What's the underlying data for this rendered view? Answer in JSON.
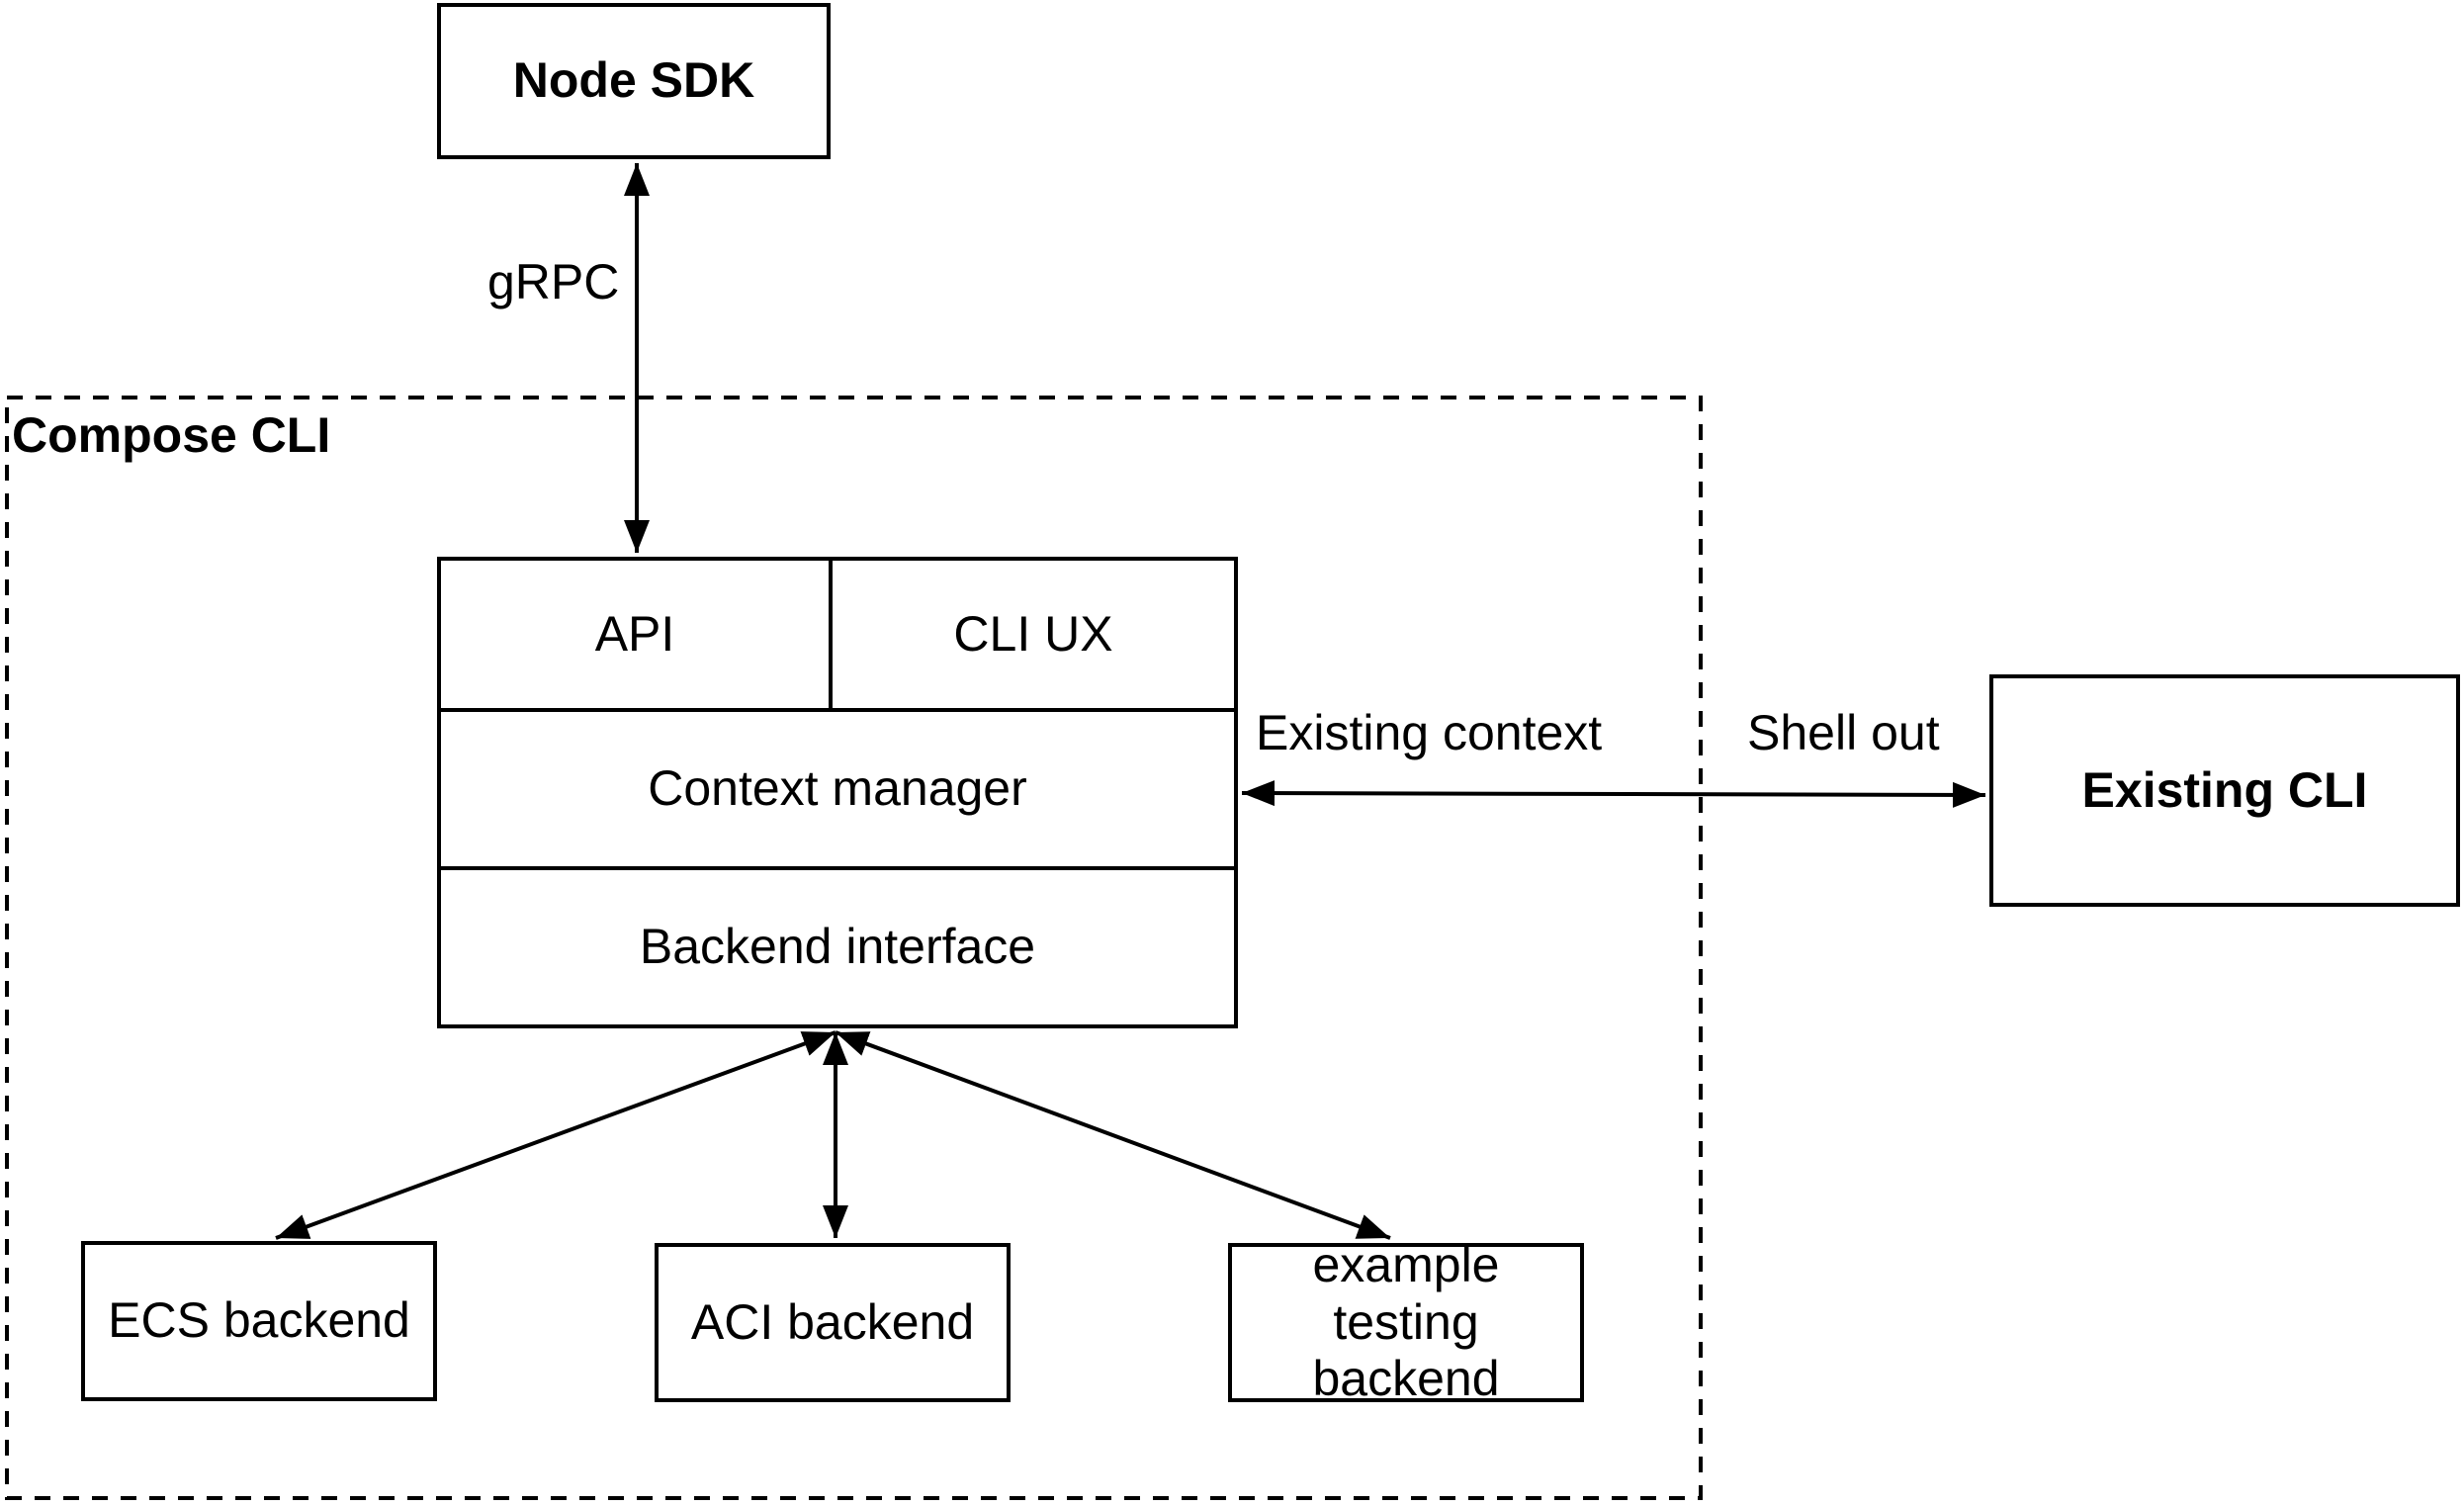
{
  "colors": {
    "stroke": "#000000",
    "background": "#ffffff",
    "text": "#000000"
  },
  "nodes": {
    "node_sdk": "Node SDK",
    "compose_cli_container": "Compose CLI",
    "api": "API",
    "cli_ux": "CLI UX",
    "context_manager": "Context manager",
    "backend_interface": "Backend interface",
    "existing_cli": "Existing CLI",
    "ecs_backend": "ECS backend",
    "aci_backend": "ACI backend",
    "example_testing_backend": "example testing backend"
  },
  "edge_labels": {
    "grpc": "gRPC",
    "existing_context": "Existing context",
    "shell_out": "Shell out"
  }
}
